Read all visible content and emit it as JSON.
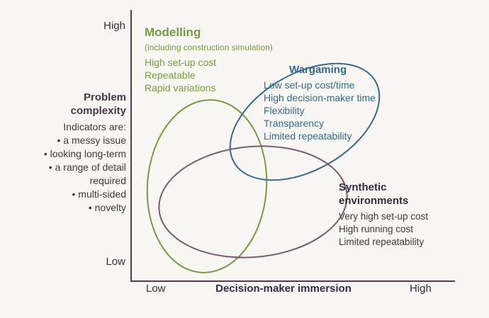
{
  "colors": {
    "bg": "#f8f7f4",
    "green": "#7a9a41",
    "blue": "#35698d",
    "plum": "#7b5871",
    "axis": "#53394e",
    "heading": "#322d38",
    "plumtext": "#443845",
    "body": "#3a3a3a"
  },
  "axes": {
    "y_top_label": "High",
    "y_bottom_label": "Low",
    "x_left_label": "Low",
    "x_title": "Decision-maker immersion",
    "x_right_label": "High"
  },
  "left_panel": {
    "title_line1": "Problem",
    "title_line2": "complexity",
    "subtitle": "Indicators are:",
    "bullets": [
      "• a messy issue",
      "• looking long-term",
      "• a range of detail required",
      "• multi-sided",
      "• novelty"
    ]
  },
  "modelling": {
    "title": "Modelling",
    "subtitle": "(including construction simulation)",
    "items": [
      "High set-up cost",
      "Repeatable",
      "Rapid variations"
    ]
  },
  "wargaming": {
    "title": "Wargaming",
    "items": [
      "Low set-up cost/time",
      "High decision-maker time",
      "Flexibility",
      "Transparency",
      "Limited repeatability"
    ]
  },
  "synthetic": {
    "title_line1": "Synthetic",
    "title_line2": "environments",
    "items": [
      "Very high set-up cost",
      "High running cost",
      "Limited repeatability"
    ]
  }
}
